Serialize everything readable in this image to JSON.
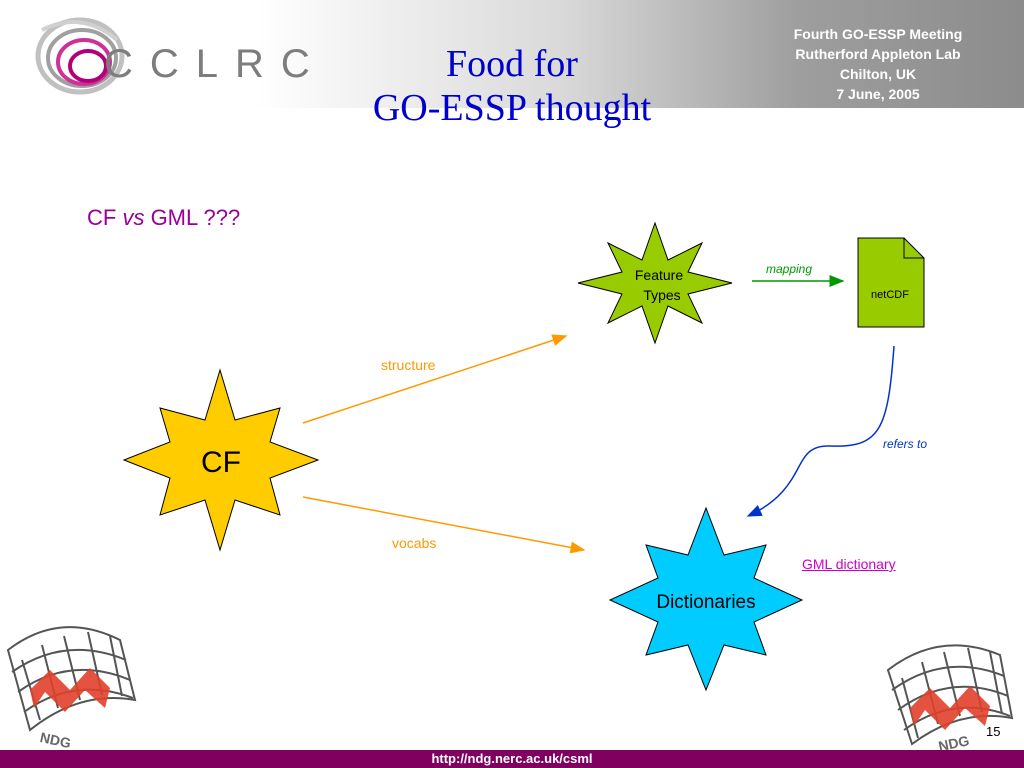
{
  "header": {
    "logo_text": "CCLRC",
    "title_line1": "Food for",
    "title_line2": "GO-ESSP thought",
    "meeting": [
      "Fourth GO-ESSP Meeting",
      "Rutherford Appleton Lab",
      "Chilton, UK",
      "7 June, 2005"
    ]
  },
  "subtitle": {
    "left": "CF ",
    "vs": "vs",
    "right": " GML ???"
  },
  "diagram": {
    "cf_label": "CF",
    "feature_types_label": [
      "Feature",
      "Types"
    ],
    "dictionaries_label": "Dictionaries",
    "netcdf_label": "netCDF",
    "edge_structure": "structure",
    "edge_vocabs": "vocabs",
    "edge_mapping": "mapping",
    "edge_refers_to": "refers to",
    "gml_dictionary_link": "GML dictionary"
  },
  "colors": {
    "title": "#0000cc",
    "subtitle": "#990099",
    "cf_star": "#ffcc00",
    "feature_star": "#99cc00",
    "dict_star": "#00ccff",
    "netcdf": "#99cc00",
    "orange_arrow": "#ff9900",
    "green_arrow": "#009900",
    "blue_arrow": "#0033cc",
    "footer": "#800060"
  },
  "footer": {
    "url": "http://ndg.nerc.ac.uk/csml",
    "page_number": "15"
  },
  "logos": {
    "ndg_text": "NDG"
  }
}
